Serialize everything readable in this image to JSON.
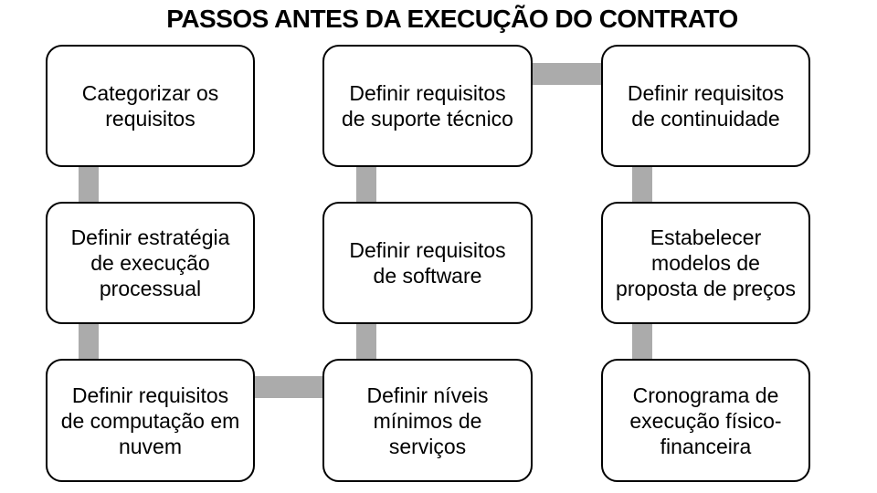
{
  "title": "PASSOS ANTES DA EXECUÇÃO DO CONTRATO",
  "diagram": {
    "type": "snake-process-flow",
    "steps": [
      {
        "id": 1,
        "label": "Categorizar os\nrequisitos"
      },
      {
        "id": 2,
        "label": "Definir requisitos\nde suporte técnico"
      },
      {
        "id": 3,
        "label": "Definir requisitos\nde continuidade"
      },
      {
        "id": 4,
        "label": "Definir estratégia\nde execução\nprocessual"
      },
      {
        "id": 5,
        "label": "Definir requisitos\nde software"
      },
      {
        "id": 6,
        "label": "Estabelecer\nmodelos de\nproposta de preços"
      },
      {
        "id": 7,
        "label": "Definir requisitos\nde computação em\nnuvem"
      },
      {
        "id": 8,
        "label": "Definir níveis\nmínimos de\nserviços"
      },
      {
        "id": 9,
        "label": "Cronograma de\nexecução físico-\nfinanceira"
      }
    ],
    "connections": [
      {
        "from": 1,
        "to": 4
      },
      {
        "from": 4,
        "to": 7
      },
      {
        "from": 7,
        "to": 8
      },
      {
        "from": 8,
        "to": 5
      },
      {
        "from": 5,
        "to": 2
      },
      {
        "from": 2,
        "to": 3
      },
      {
        "from": 3,
        "to": 6
      },
      {
        "from": 6,
        "to": 9
      }
    ],
    "colors": {
      "background": "#FFFFFF",
      "box_fill": "#FFFFFF",
      "box_border": "#000000",
      "box_text": "#000000",
      "connector": "#ABABAB",
      "title_text": "#000000"
    }
  }
}
